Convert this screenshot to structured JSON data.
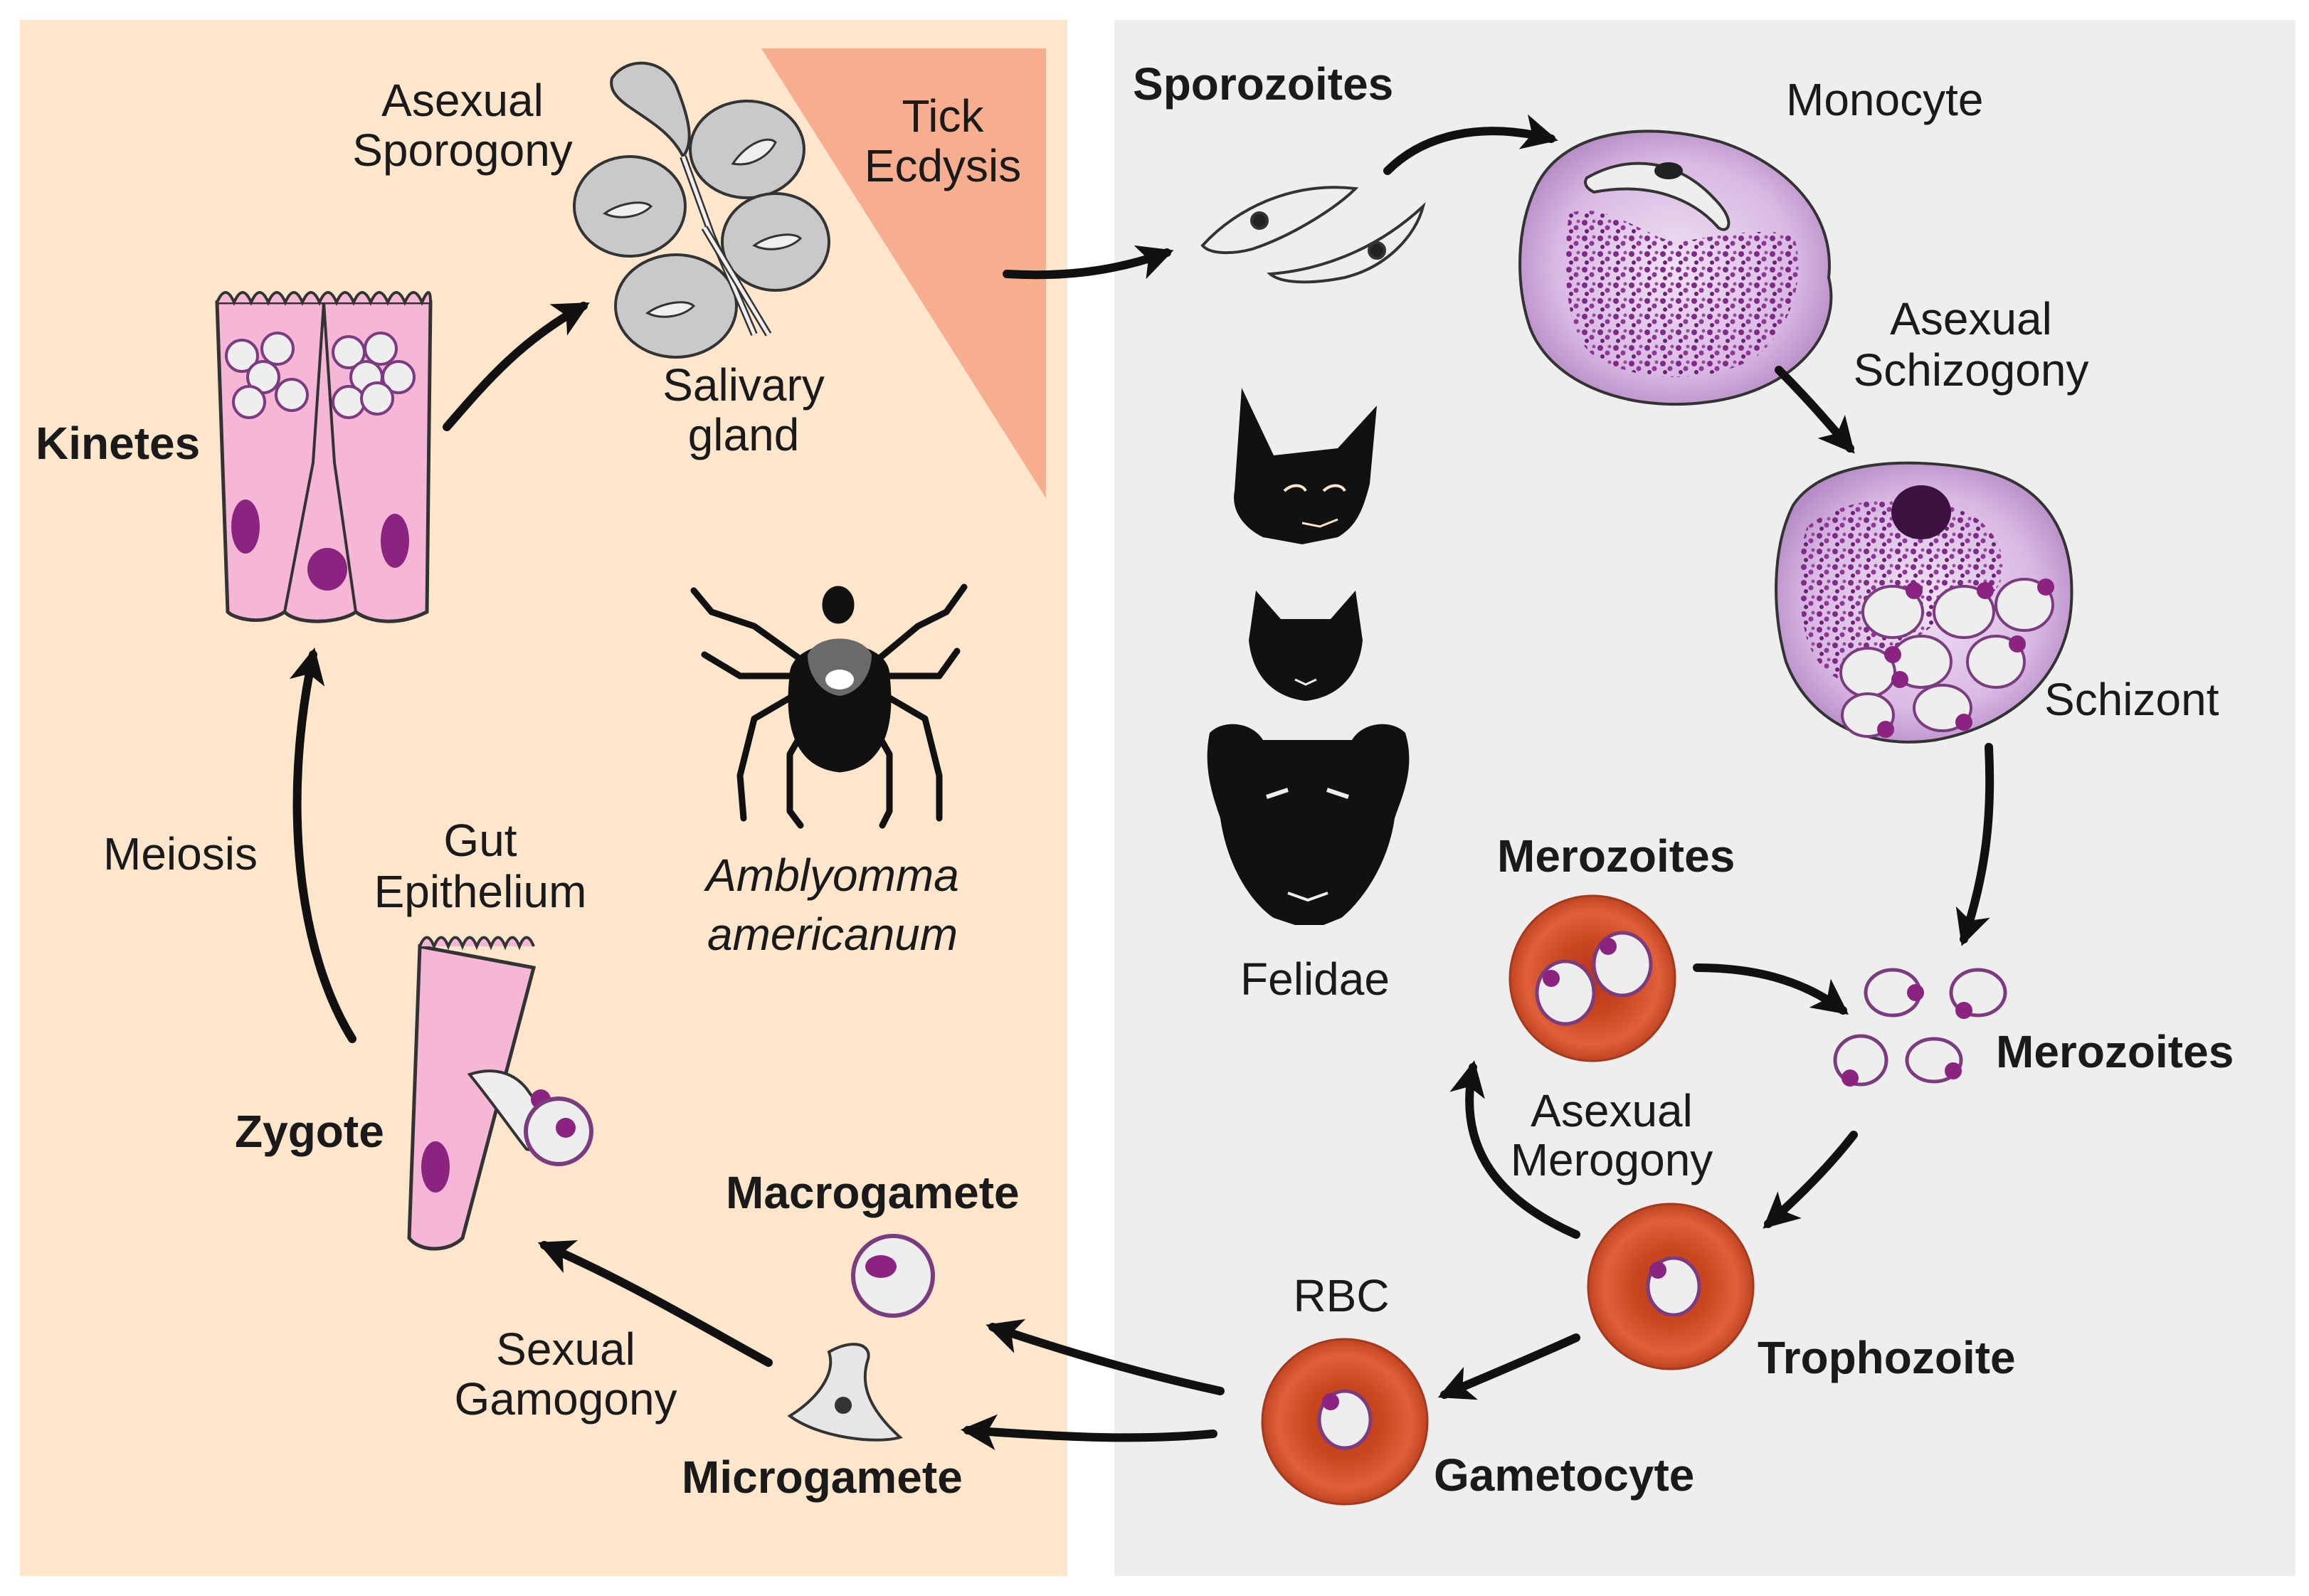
{
  "panels": {
    "tick": {
      "background": "#fde6cc",
      "triangle_color": "#f6ae8f"
    },
    "host": {
      "background": "#efeeee"
    }
  },
  "colors": {
    "cell_pink": "#f6b6d6",
    "nucleus": "#8a2480",
    "monocyte": "#cfa5dc",
    "rbc": "#d9542e",
    "parasite_fill": "#eeeeee",
    "arrow": "#111111"
  },
  "labels": {
    "asexual_sporogony": [
      "Asexual",
      "Sporogony"
    ],
    "tick_ecdysis": [
      "Tick",
      "Ecdysis"
    ],
    "salivary_gland": [
      "Salivary",
      "gland"
    ],
    "kinetes": "Kinetes",
    "meiosis": "Meiosis",
    "gut_epithelium": [
      "Gut",
      "Epithelium"
    ],
    "amblyomma": [
      "Amblyomma",
      "americanum"
    ],
    "zygote": "Zygote",
    "macrogamete": "Macrogamete",
    "microgamete": "Microgamete",
    "sexual_gamogony": [
      "Sexual",
      "Gamogony"
    ],
    "sporozoites": "Sporozoites",
    "monocyte": "Monocyte",
    "asexual_schizogony": [
      "Asexual",
      "Schizogony"
    ],
    "schizont": "Schizont",
    "felidae": "Felidae",
    "merozoites_top": "Merozoites",
    "merozoites_right": "Merozoites",
    "asexual_merogony": [
      "Asexual",
      "Merogony"
    ],
    "rbc": "RBC",
    "trophozoite": "Trophozoite",
    "gametocyte": "Gametocyte"
  },
  "icons": [
    "tick-icon",
    "lynx-head-icon",
    "domestic-cat-head-icon",
    "panther-head-icon"
  ]
}
